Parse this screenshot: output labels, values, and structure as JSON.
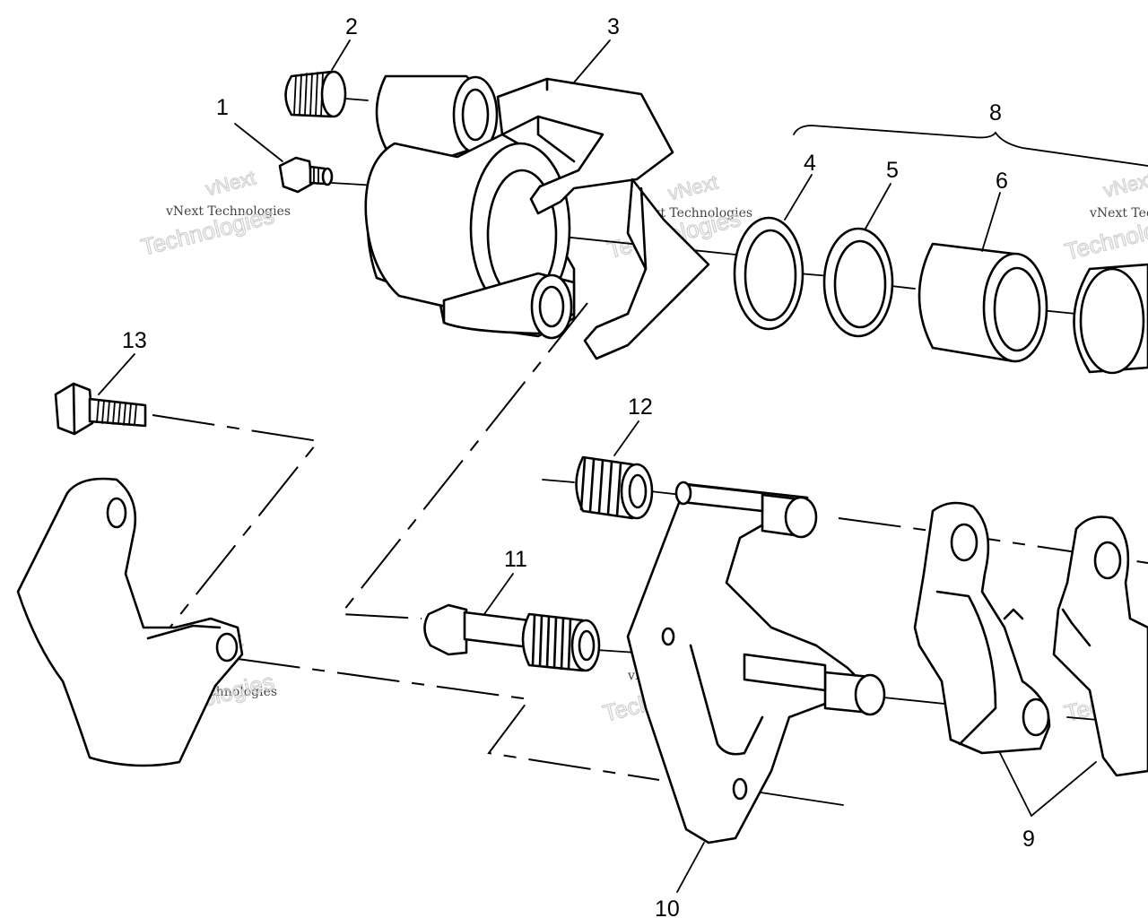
{
  "callouts": [
    {
      "id": "1",
      "label": "1"
    },
    {
      "id": "2",
      "label": "2"
    },
    {
      "id": "3",
      "label": "3"
    },
    {
      "id": "4",
      "label": "4"
    },
    {
      "id": "5",
      "label": "5"
    },
    {
      "id": "6",
      "label": "6"
    },
    {
      "id": "8",
      "label": "8"
    },
    {
      "id": "9",
      "label": "9"
    },
    {
      "id": "10",
      "label": "10"
    },
    {
      "id": "11",
      "label": "11"
    },
    {
      "id": "12",
      "label": "12"
    },
    {
      "id": "13",
      "label": "13"
    }
  ],
  "watermark": {
    "company": "vNext Technologies",
    "brand_top": "vNext",
    "brand_bottom": "Technologies"
  }
}
